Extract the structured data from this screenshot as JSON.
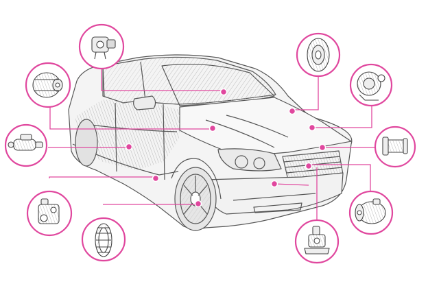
{
  "diagram": {
    "subject": "car",
    "accent_color": "#e0479e",
    "line_color": "#555555",
    "parts": [
      {
        "id": "thermostat-housing",
        "icon": "thermostat-icon"
      },
      {
        "id": "alternator",
        "icon": "alternator-icon"
      },
      {
        "id": "starter-motor",
        "icon": "starter-motor-icon"
      },
      {
        "id": "abs-module",
        "icon": "abs-module-icon"
      },
      {
        "id": "timing-belt",
        "icon": "timing-belt-icon"
      },
      {
        "id": "brake-disc",
        "icon": "brake-disc-icon"
      },
      {
        "id": "turbocharger",
        "icon": "turbocharger-icon"
      },
      {
        "id": "air-intake-pipe",
        "icon": "intake-pipe-icon"
      },
      {
        "id": "ac-compressor",
        "icon": "ac-compressor-icon"
      },
      {
        "id": "engine-mount",
        "icon": "engine-mount-icon"
      }
    ]
  }
}
